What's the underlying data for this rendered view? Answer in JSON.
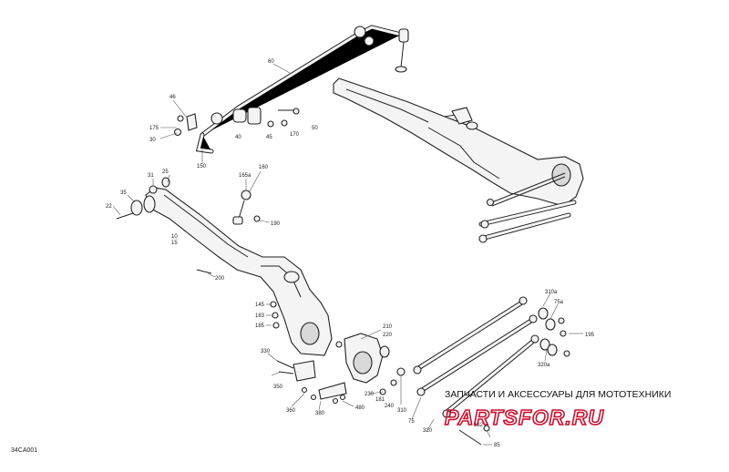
{
  "diagram_ref": "34CA001",
  "watermark": {
    "tagline": "ЗАПЧАСТИ И АКСЕССУАРЫ ДЛЯ МОТОТЕХНИКИ",
    "logo": "PARTSFOR.RU"
  },
  "callouts": {
    "c60": "60",
    "c46": "46",
    "c175": "175",
    "c30a": "30",
    "c40": "40",
    "c45": "45",
    "c170": "170",
    "c50": "50",
    "c150": "150",
    "c31": "31",
    "c25": "25",
    "c165a": "165a",
    "c160": "160",
    "c35": "35",
    "c22": "22",
    "c190": "190",
    "c10": "10",
    "c15": "15",
    "c200": "200",
    "c145": "145",
    "c183": "183",
    "c185": "185",
    "c210": "210",
    "c220": "220",
    "c330": "330",
    "c350": "350",
    "c230": "230",
    "c181": "181",
    "c240": "240",
    "c310": "310",
    "c75": "75",
    "c320": "320",
    "c360": "360",
    "c380": "380",
    "c480": "480",
    "c310a": "310a",
    "c75a": "75a",
    "c195": "195",
    "c320a": "320a",
    "c182": "182",
    "c85": "85"
  }
}
